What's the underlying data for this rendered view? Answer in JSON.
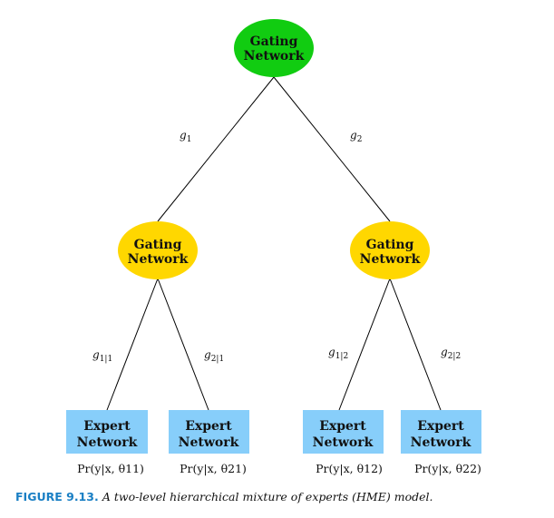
{
  "nodes": {
    "top_gate": {
      "line1": "Gating",
      "line2": "Network",
      "color": "#11cc11"
    },
    "left_gate": {
      "line1": "Gating",
      "line2": "Network",
      "color": "#ffd700"
    },
    "right_gate": {
      "line1": "Gating",
      "line2": "Network",
      "color": "#ffd700"
    },
    "expert_11": {
      "line1": "Expert",
      "line2": "Network",
      "color": "#87cefa",
      "output": "Pr(y|x, θ11)"
    },
    "expert_21": {
      "line1": "Expert",
      "line2": "Network",
      "color": "#87cefa",
      "output": "Pr(y|x, θ21)"
    },
    "expert_12": {
      "line1": "Expert",
      "line2": "Network",
      "color": "#87cefa",
      "output": "Pr(y|x, θ12)"
    },
    "expert_22": {
      "line1": "Expert",
      "line2": "Network",
      "color": "#87cefa",
      "output": "Pr(y|x, θ22)"
    }
  },
  "edges": {
    "g1": {
      "base": "g",
      "sub": "1"
    },
    "g2": {
      "base": "g",
      "sub": "2"
    },
    "g1_1": {
      "base": "g",
      "sub": "1|1"
    },
    "g2_1": {
      "base": "g",
      "sub": "2|1"
    },
    "g1_2": {
      "base": "g",
      "sub": "1|2"
    },
    "g2_2": {
      "base": "g",
      "sub": "2|2"
    }
  },
  "caption": {
    "figure": "FIGURE 9.13.",
    "text": "A two-level hierarchical mixture of experts (HME) model.",
    "figure_color": "#1a7fc4"
  }
}
